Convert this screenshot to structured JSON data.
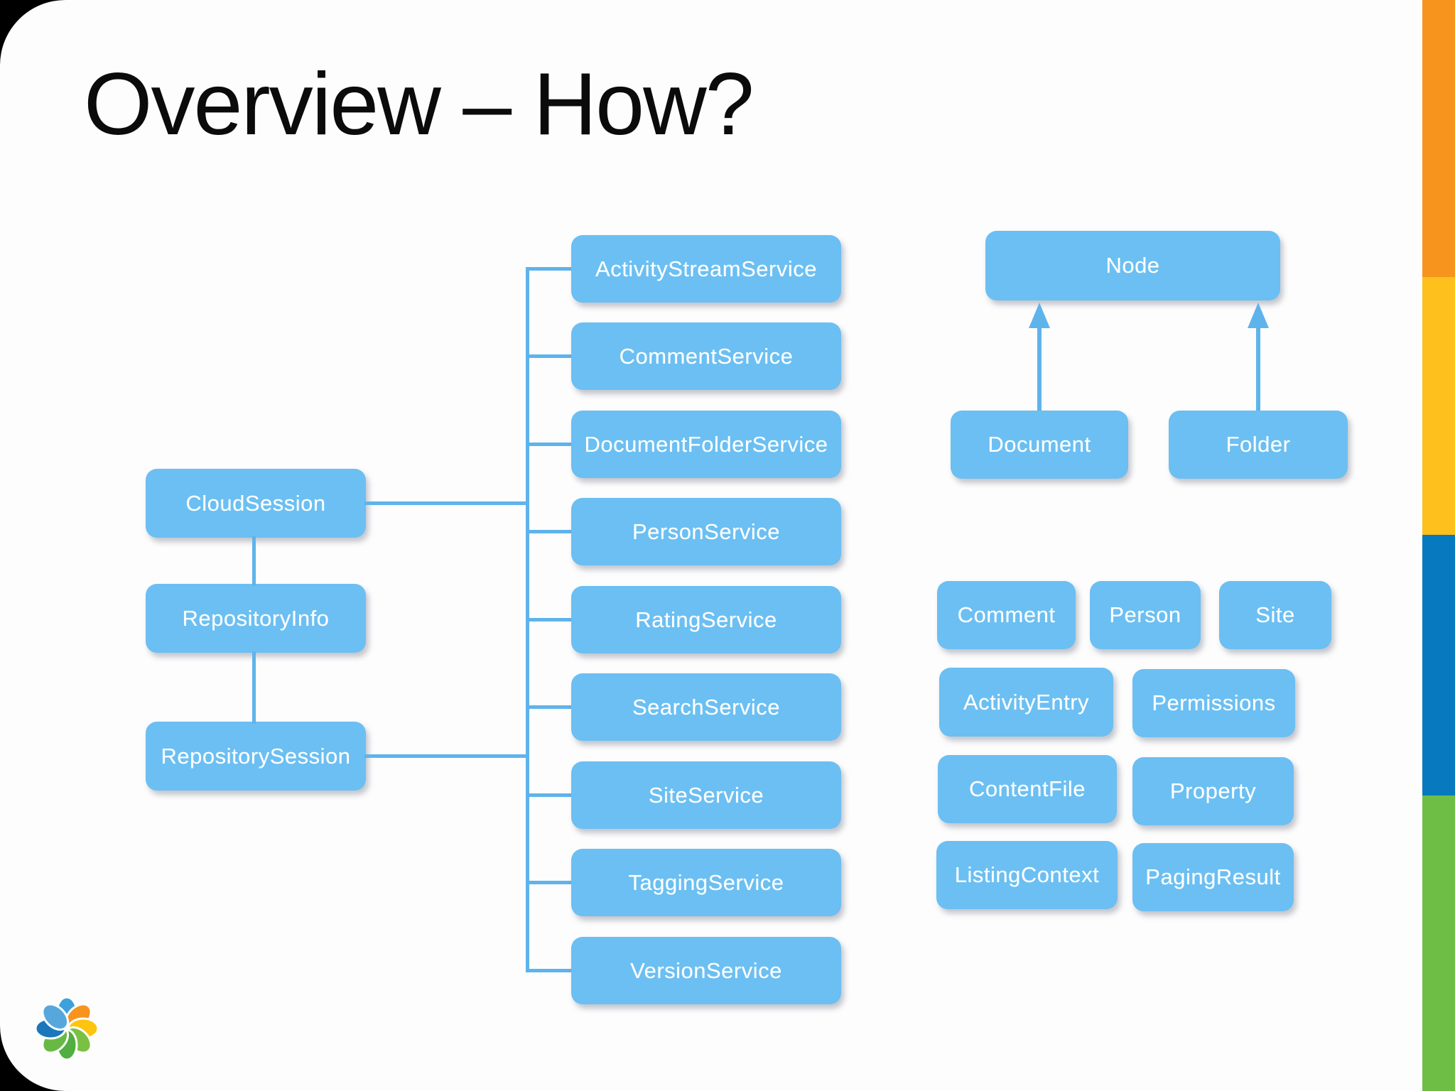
{
  "slide": {
    "title": "Overview – How?"
  },
  "left_chain": [
    {
      "label": "CloudSession"
    },
    {
      "label": "RepositoryInfo"
    },
    {
      "label": "RepositorySession"
    }
  ],
  "services": [
    {
      "label": "ActivityStreamService"
    },
    {
      "label": "CommentService"
    },
    {
      "label": "DocumentFolderService"
    },
    {
      "label": "PersonService"
    },
    {
      "label": "RatingService"
    },
    {
      "label": "SearchService"
    },
    {
      "label": "SiteService"
    },
    {
      "label": "TaggingService"
    },
    {
      "label": "VersionService"
    }
  ],
  "hierarchy": {
    "parent": {
      "label": "Node"
    },
    "children": [
      {
        "label": "Document"
      },
      {
        "label": "Folder"
      }
    ]
  },
  "objects_grid": {
    "row1": [
      {
        "label": "Comment"
      },
      {
        "label": "Person"
      },
      {
        "label": "Site"
      }
    ],
    "row2": [
      {
        "label": "ActivityEntry"
      },
      {
        "label": "Permissions"
      }
    ],
    "row3": [
      {
        "label": "ContentFile"
      },
      {
        "label": "Property"
      }
    ],
    "row4": [
      {
        "label": "ListingContext"
      },
      {
        "label": "PagingResult"
      }
    ]
  },
  "logo": {
    "icon": "alfresco-flower-logo"
  },
  "colors": {
    "box_fill": "#6BBFF2",
    "connector": "#5FB3EC",
    "stripe_orange": "#F7941E",
    "stripe_yellow": "#FDC01D",
    "stripe_blue": "#0779BE",
    "stripe_green": "#6EBE46",
    "title_text": "#0B0B0B",
    "box_text": "#FFFFFF"
  }
}
